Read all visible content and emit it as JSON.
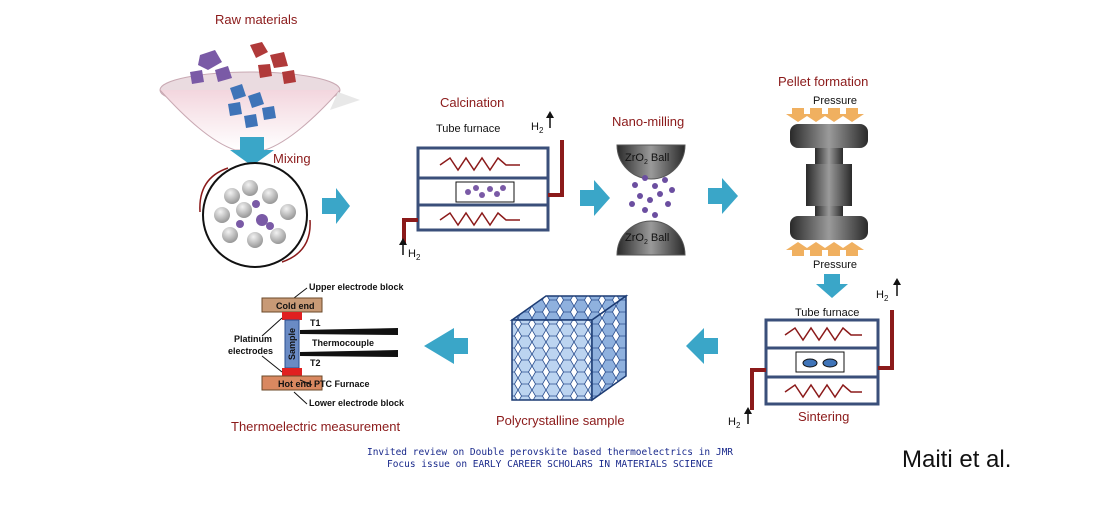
{
  "steps": {
    "raw_materials": "Raw materials",
    "mixing": "Mixing",
    "calcination": "Calcination",
    "nano_milling": "Nano-milling",
    "pellet_formation": "Pellet formation",
    "sintering": "Sintering",
    "polycrystalline": "Polycrystalline sample",
    "thermoelectric": "Thermoelectric measurement"
  },
  "labels": {
    "tube_furnace": "Tube furnace",
    "h2": "H",
    "h2_sub": "2",
    "zro2_a": "ZrO",
    "zro2_sub": "2",
    "zro2_b": " Ball",
    "pressure": "Pressure",
    "upper_electrode": "Upper electrode block",
    "lower_electrode": "Lower electrode block",
    "cold_end": "Cold end",
    "hot_end": "Hot end",
    "sample": "Sample",
    "platinum": "Platinum",
    "electrodes": "electrodes",
    "t1": "T1",
    "t2": "T2",
    "thermocouple": "Thermocouple",
    "ptc": "PTC Furnace"
  },
  "caption": {
    "line1": "Invited review on Double perovskite based thermoelectrics in JMR",
    "line2": "Focus issue on EARLY CAREER SCHOLARS IN MATERIALS SCIENCE"
  },
  "credit": "Maiti et al.",
  "colors": {
    "step_label": "#8B1A1A",
    "arrow": "#3aa6c8",
    "furnace_frame": "#3a4f7a",
    "heater": "#8B1A1A",
    "powder": "#6b4ea0",
    "caption": "#1a2a8c"
  }
}
